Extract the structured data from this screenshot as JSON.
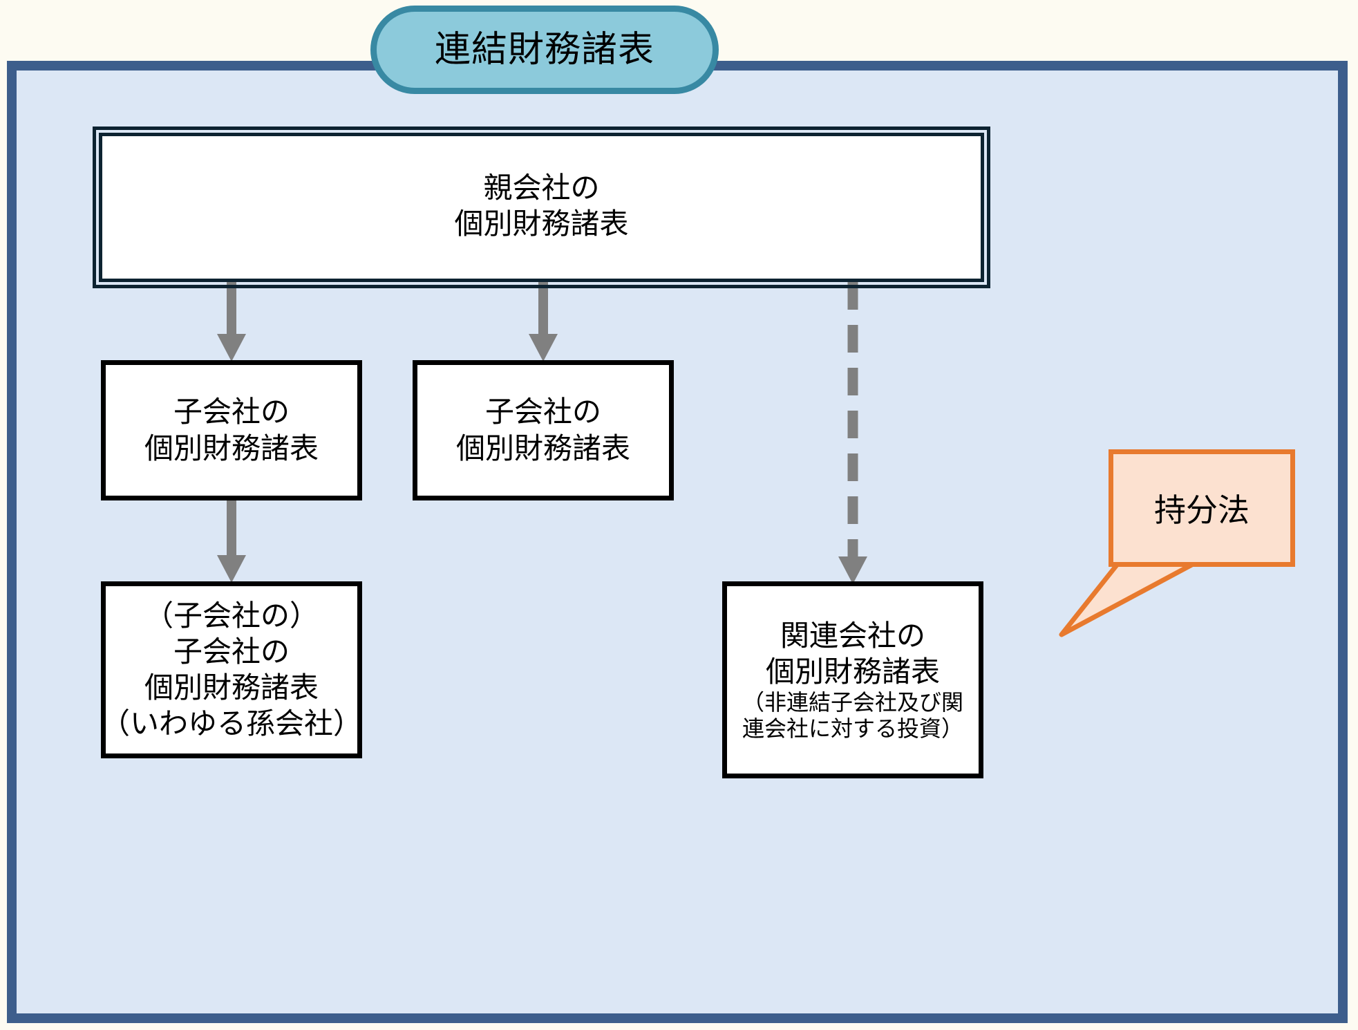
{
  "diagram": {
    "title": "連結財務諸表",
    "page_background": "#FDFBF2",
    "panel": {
      "fill": "#DCE7F5",
      "border_color": "#3D5E8C"
    },
    "title_pill": {
      "fill": "#8CCADB",
      "border_color": "#3889A3"
    },
    "nodes": {
      "parent": {
        "name": "親会社の個別財務諸表",
        "lines": [
          "親会社の",
          "個別財務諸表"
        ],
        "border_color": "#0D2331",
        "border_style": "double"
      },
      "subsidiary_1": {
        "name": "子会社の個別財務諸表",
        "lines": [
          "子会社の",
          "個別財務諸表"
        ],
        "border_color": "#000000"
      },
      "subsidiary_2": {
        "name": "子会社の個別財務諸表",
        "lines": [
          "子会社の",
          "個別財務諸表"
        ],
        "border_color": "#000000"
      },
      "grandchild": {
        "name": "孫会社の個別財務諸表",
        "lines": [
          "（子会社の）",
          "子会社の",
          "個別財務諸表",
          "（いわゆる孫会社）"
        ],
        "border_color": "#000000"
      },
      "affiliate": {
        "name": "関連会社の個別財務諸表",
        "lines": [
          "関連会社の",
          "個別財務諸表"
        ],
        "sub_lines": [
          "（非連結子会社及び関",
          "連会社に対する投資）"
        ],
        "border_color": "#000000"
      }
    },
    "callout": {
      "label": "持分法",
      "fill": "#FCE1D0",
      "border_color": "#E87A2E"
    },
    "connectors": {
      "arrow_color": "#808080",
      "solid": [
        {
          "from": "parent",
          "to": "subsidiary_1",
          "style": "solid"
        },
        {
          "from": "parent",
          "to": "subsidiary_2",
          "style": "solid"
        },
        {
          "from": "subsidiary_1",
          "to": "grandchild",
          "style": "solid"
        }
      ],
      "dashed": [
        {
          "from": "parent",
          "to": "affiliate",
          "style": "dashed",
          "annotation": "持分法"
        }
      ]
    }
  }
}
